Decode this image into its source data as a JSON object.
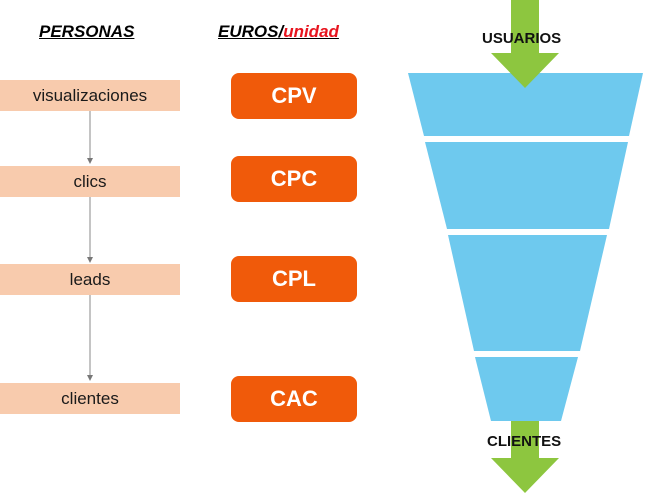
{
  "headers": {
    "personas": "PERSONAS",
    "euros": "EUROS/",
    "unidad": "unidad"
  },
  "stages": [
    "visualizaciones",
    "clics",
    "leads",
    "clientes"
  ],
  "metrics": [
    "CPV",
    "CPC",
    "CPL",
    "CAC"
  ],
  "funnel": {
    "top_label": "USUARIOS",
    "bottom_label": "CLIENTES"
  },
  "colors": {
    "stage_fill": "#f8cbad",
    "metric_fill": "#f05a0a",
    "funnel_fill": "#6ec9ee",
    "arrow_fill": "#8dc63f",
    "unit_text": "#e8141e"
  }
}
